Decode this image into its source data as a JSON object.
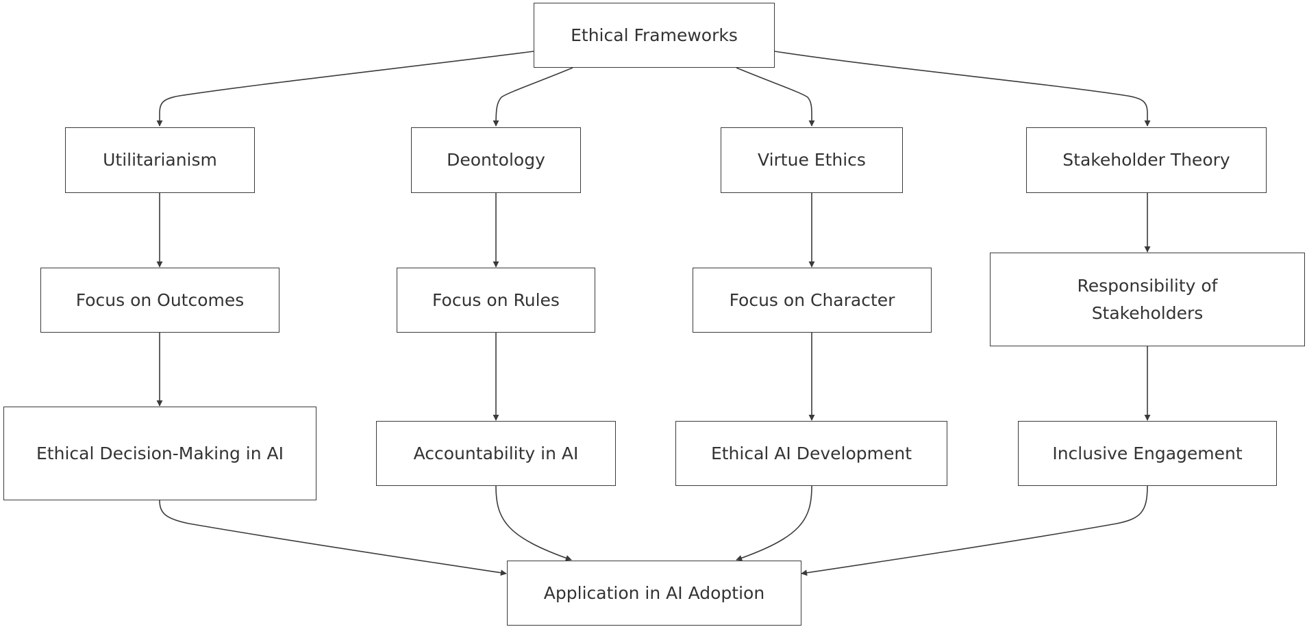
{
  "diagram": {
    "nodes": {
      "root": "Ethical Frameworks",
      "util": "Utilitarianism",
      "deon": "Deontology",
      "virt": "Virtue Ethics",
      "stake": "Stakeholder Theory",
      "outcomes": "Focus on Outcomes",
      "rules": "Focus on Rules",
      "character": "Focus on Character",
      "responsibility": "Responsibility of Stakeholders",
      "decision": "Ethical Decision-Making in AI",
      "accountability": "Accountability in AI",
      "development": "Ethical AI Development",
      "inclusive": "Inclusive Engagement",
      "application": "Application in AI Adoption"
    },
    "edges": [
      {
        "from": "root",
        "to": "util"
      },
      {
        "from": "root",
        "to": "deon"
      },
      {
        "from": "root",
        "to": "virt"
      },
      {
        "from": "root",
        "to": "stake"
      },
      {
        "from": "util",
        "to": "outcomes"
      },
      {
        "from": "deon",
        "to": "rules"
      },
      {
        "from": "virt",
        "to": "character"
      },
      {
        "from": "stake",
        "to": "responsibility"
      },
      {
        "from": "outcomes",
        "to": "decision"
      },
      {
        "from": "rules",
        "to": "accountability"
      },
      {
        "from": "character",
        "to": "development"
      },
      {
        "from": "responsibility",
        "to": "inclusive"
      },
      {
        "from": "decision",
        "to": "application"
      },
      {
        "from": "accountability",
        "to": "application"
      },
      {
        "from": "development",
        "to": "application"
      },
      {
        "from": "inclusive",
        "to": "application"
      }
    ],
    "line_color": "#3a3a3a",
    "node_border_color": "#3a3a3a",
    "text_color": "#333333"
  }
}
